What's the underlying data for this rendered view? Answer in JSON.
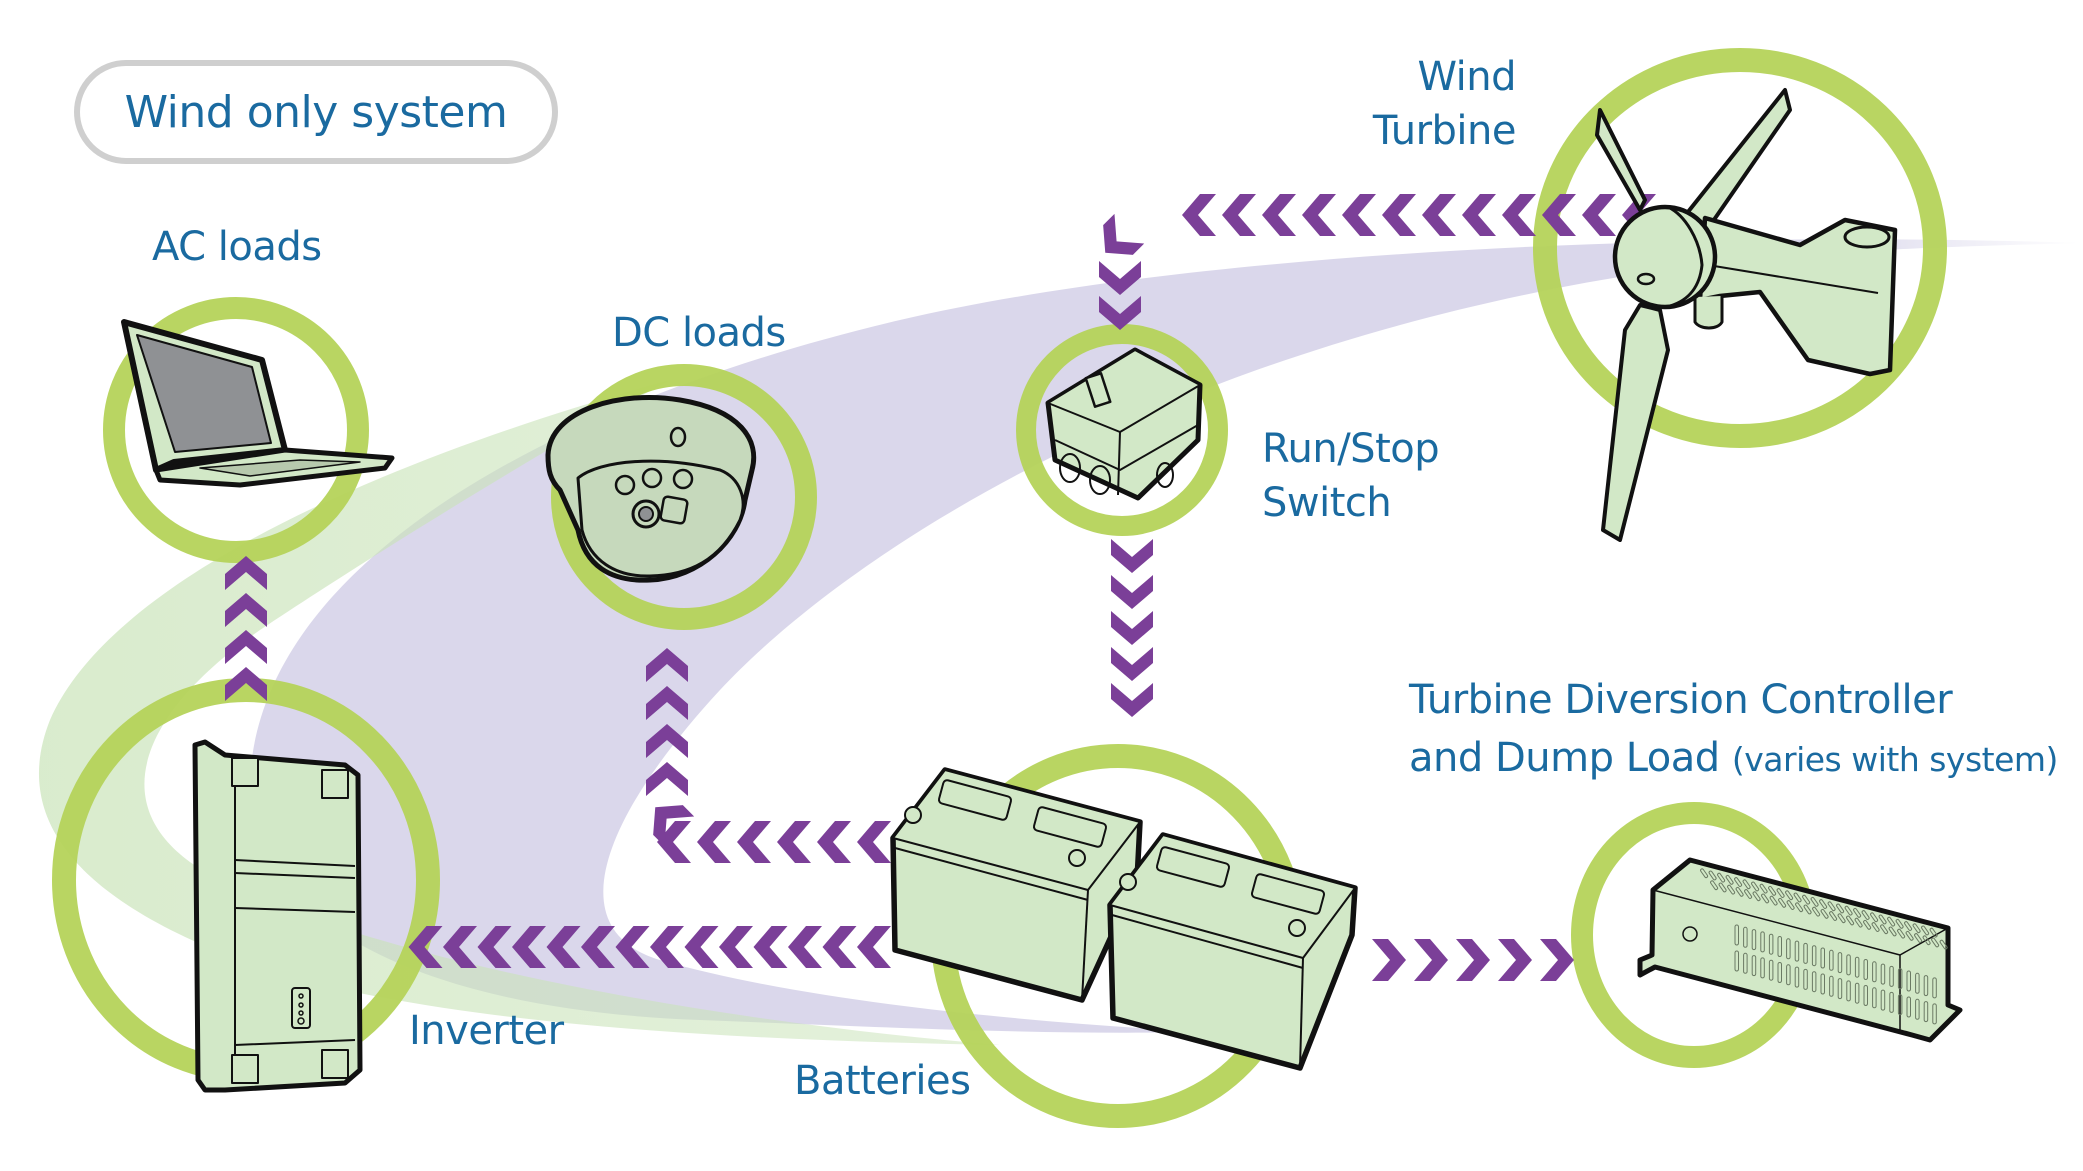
{
  "title": "Wind only system",
  "components": {
    "ac_loads": {
      "label": "AC loads",
      "device": "laptop"
    },
    "dc_loads": {
      "label": "DC loads",
      "device": "dome-camera"
    },
    "run_stop_switch": {
      "label_line1": "Run/Stop",
      "label_line2": "Switch",
      "device": "rotary-isolator-switch"
    },
    "wind_turbine": {
      "label_line1": "Wind",
      "label_line2": "Turbine",
      "device": "small-wind-turbine"
    },
    "inverter": {
      "label": "Inverter",
      "device": "inverter-unit"
    },
    "batteries": {
      "label": "Batteries",
      "device": "battery-pair"
    },
    "dump_load": {
      "label_line1": "Turbine Diversion Controller",
      "label_line2": "and Dump Load",
      "label_note": "(varies with system)",
      "device": "dump-load-heater"
    }
  },
  "flows": [
    {
      "from": "wind_turbine",
      "to": "run_stop_switch",
      "direction": "left-then-down"
    },
    {
      "from": "run_stop_switch",
      "to": "batteries",
      "direction": "down"
    },
    {
      "from": "batteries",
      "to": "dc_loads",
      "direction": "left-then-up"
    },
    {
      "from": "batteries",
      "to": "inverter",
      "direction": "left"
    },
    {
      "from": "inverter",
      "to": "ac_loads",
      "direction": "up"
    },
    {
      "from": "batteries",
      "to": "dump_load",
      "direction": "right"
    }
  ],
  "colors": {
    "ring": "#b5d35a",
    "arrow": "#7b3f98",
    "device_fill": "#d2e8c7",
    "label_text": "#1a6aa0",
    "purple_swoosh": "#dcdaec",
    "green_swoosh": "#dcedd2",
    "pill_border": "#cfcfcf"
  }
}
